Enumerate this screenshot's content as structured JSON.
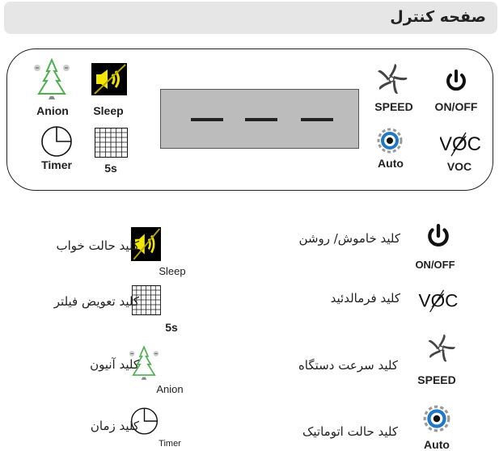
{
  "header": {
    "title": "صفحه کنترل"
  },
  "panel": {
    "buttons": [
      {
        "id": "anion",
        "label": "Anion",
        "icon": "tree-icon"
      },
      {
        "id": "sleep",
        "label": "Sleep",
        "icon": "sleep-mute-icon"
      },
      {
        "id": "timer",
        "label": "Timer",
        "icon": "clock-icon"
      },
      {
        "id": "filter",
        "label": "5s",
        "icon": "grid-icon"
      },
      {
        "id": "speed",
        "label": "SPEED",
        "icon": "fan-icon"
      },
      {
        "id": "onoff",
        "label": "ON/OFF",
        "icon": "power-icon"
      },
      {
        "id": "auto",
        "label": "Auto",
        "icon": "gear-eye-icon"
      },
      {
        "id": "voc",
        "label": "VOC",
        "icon": "voc-icon",
        "icon_text": "VØC"
      }
    ],
    "display": {
      "value": "— — —"
    }
  },
  "legend": {
    "left": [
      {
        "icon": "sleep-mute-icon",
        "label": "Sleep",
        "desc": "کلید حالت خواب"
      },
      {
        "icon": "grid-icon",
        "label": "5s",
        "desc": "کلید تعویض فیلتر"
      },
      {
        "icon": "tree-icon",
        "label": "Anion",
        "desc": "کلید آنیون"
      },
      {
        "icon": "clock-icon",
        "label": "Timer",
        "desc": "کلید زمان"
      }
    ],
    "right": [
      {
        "icon": "power-icon",
        "label": "ON/OFF",
        "desc": "کلید خاموش/ روشن"
      },
      {
        "icon": "voc-icon",
        "label": "",
        "desc": "کلید فرمالدئید"
      },
      {
        "icon": "fan-icon",
        "label": "SPEED",
        "desc": "کلید سرعت دستگاه"
      },
      {
        "icon": "gear-eye-icon",
        "label": "Auto",
        "desc": "کلید حالت اتوماتیک"
      }
    ]
  },
  "colors": {
    "sleep_bg": "#000000",
    "sleep_fg": "#f2e600",
    "tree": "#4caf50",
    "auto_blue": "#1f78c8",
    "display_bg": "#bcbcbd"
  }
}
